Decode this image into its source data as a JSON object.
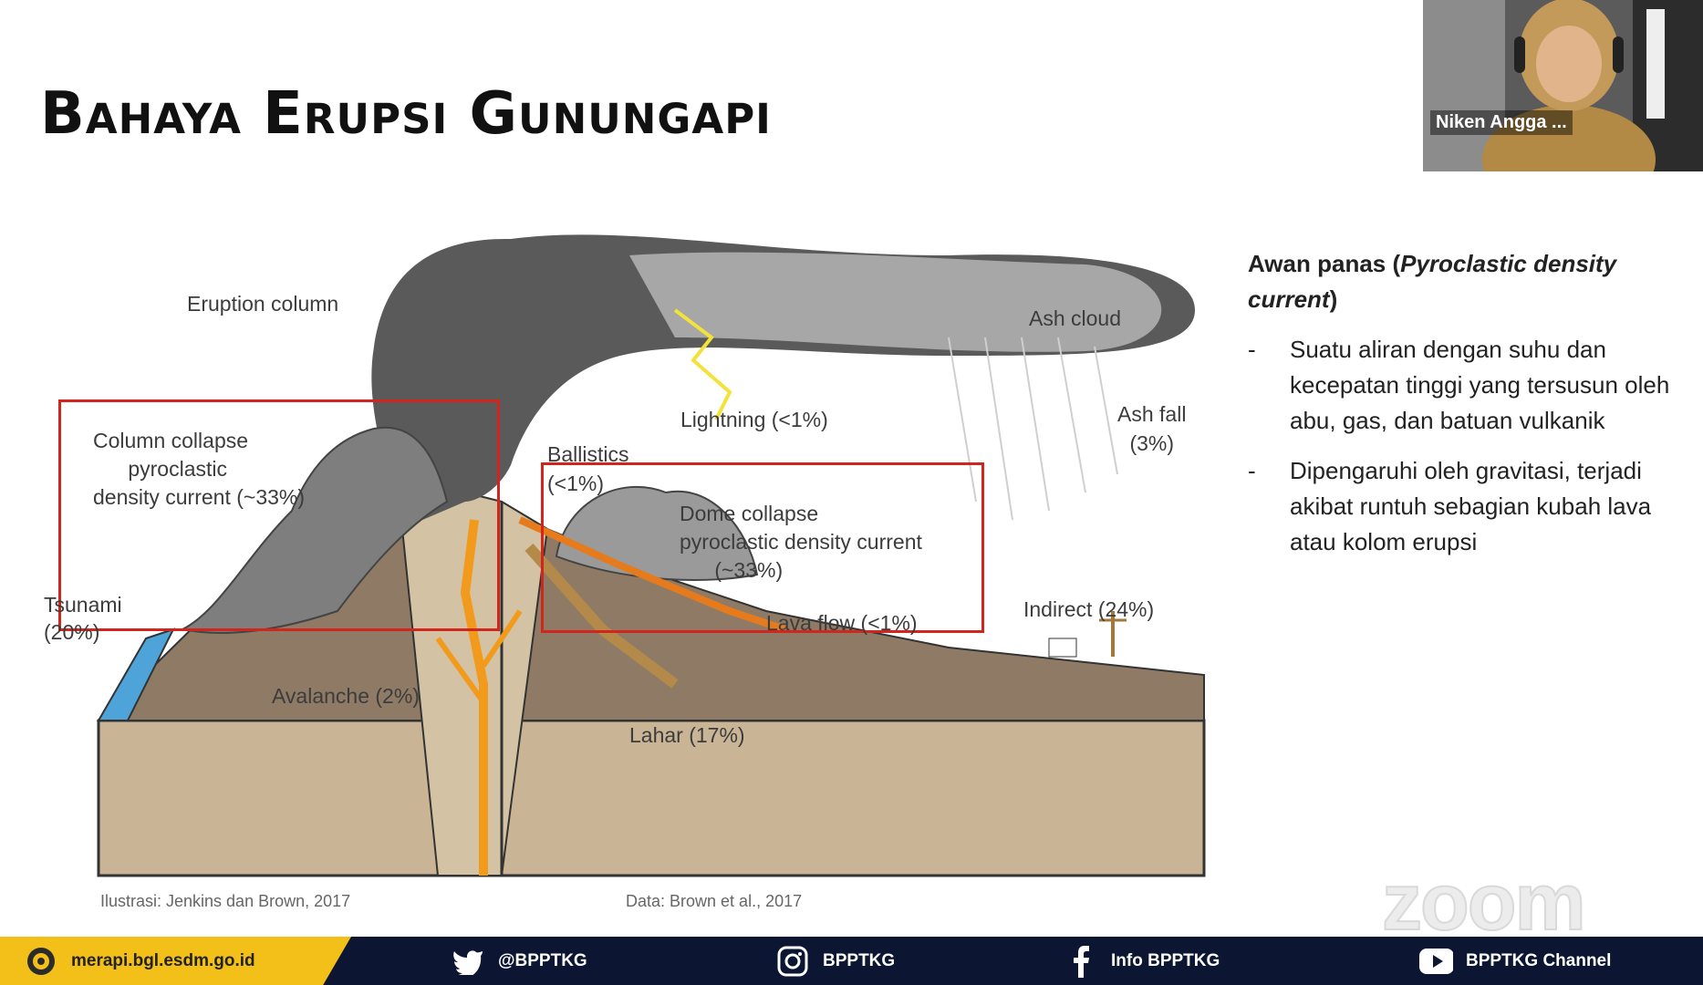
{
  "slide": {
    "title": "Bahaya Erupsi Gunungapi",
    "diagram_labels": {
      "eruption_column": "Eruption column",
      "ash_cloud": "Ash cloud",
      "lightning": "Lightning (<1%)",
      "ash_fall": "Ash fall\n(3%)",
      "ballistics": "Ballistics\n(<1%)",
      "column_collapse": "Column collapse\n      pyroclastic\ndensity current (~33%)",
      "dome_collapse": "Dome collapse\npyroclastic density current\n      (~33%)",
      "tsunami": "Tsunami\n(20%)",
      "lava_flow": "Lava flow (<1%)",
      "indirect": "Indirect (24%)",
      "avalanche": "Avalanche (2%)",
      "lahar": "Lahar (17%)"
    },
    "side_title_a": "Awan panas (",
    "side_title_b": "Pyroclastic density current",
    "side_title_c": ")",
    "bullets": [
      "Suatu aliran dengan suhu dan kecepatan tinggi yang tersusun oleh abu, gas, dan batuan vulkanik",
      "Dipengaruhi oleh gravitasi, terjadi akibat runtuh sebagian kubah lava atau kolom erupsi"
    ],
    "bullet_marker": "-",
    "credit_left": "Ilustrasi: Jenkins dan Brown, 2017",
    "credit_right": "Data: Brown et al., 2017",
    "highlight_color": "#d0261e"
  },
  "video": {
    "participant_name": "Niken Angga ...",
    "watermark": "zoom"
  },
  "footer": {
    "website": "merapi.bgl.esdm.go.id",
    "twitter": "@BPPTKG",
    "instagram": "BPPTKG",
    "facebook": "Info BPPTKG",
    "youtube": "BPPTKG Channel",
    "bar_color": "#0c1633",
    "accent_color": "#f2c018"
  }
}
